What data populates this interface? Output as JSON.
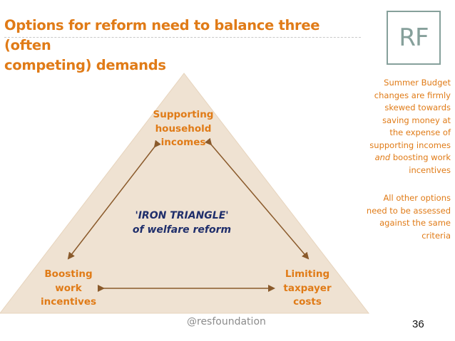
{
  "slide": {
    "title_line1": "Options for reform need to balance three (often",
    "title_line2": "competing) demands",
    "logo_text": "RF",
    "note1_lines": [
      "Summer Budget",
      "changes are firmly",
      "skewed towards",
      "saving money at",
      "the expense of",
      "supporting incomes"
    ],
    "note1_italic": "and",
    "note1_rest": " boosting work",
    "note1_last": "incentives",
    "note2_lines": [
      "All other options",
      "need to be assessed",
      "against the same",
      "criteria"
    ],
    "diagram": {
      "top_node": [
        "Supporting",
        "household",
        "incomes"
      ],
      "left_node": [
        "Boosting",
        "work",
        "incentives"
      ],
      "right_node": [
        "Limiting",
        "taxpayer",
        "costs"
      ],
      "center_line1": "'IRON TRIANGLE'",
      "center_line2": "of welfare reform"
    },
    "handle": "@resfoundation",
    "page_number": "36"
  },
  "colors": {
    "title": "#e07b17",
    "triangle_fill": "#efe2d2",
    "arrow": "#8a5a2b",
    "center_text": "#1f2e6b",
    "logo": "#86a09b"
  }
}
